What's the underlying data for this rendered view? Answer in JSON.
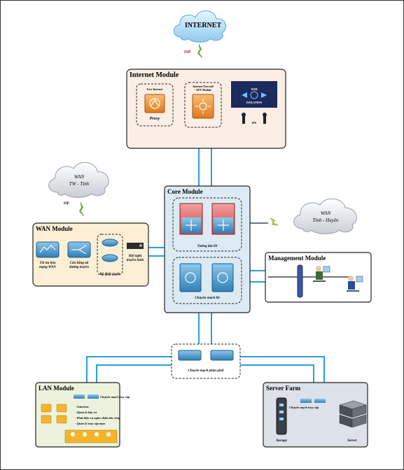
{
  "internet": {
    "label": "INTERNET",
    "isp": "ISP"
  },
  "internet_module": {
    "title": "Internet Module",
    "proxy_caption": "Proxy",
    "proxy_top": "User Internet",
    "firewall_top1": "Internet Firewall",
    "firewall_top2": "- APT Module",
    "web_isolation1": "WEB",
    "web_isolation2": "ISOLATION",
    "ips_label": "IPS"
  },
  "wan_cloud_1": {
    "line1": "WAN",
    "line2": "TW - Tỉnh",
    "isp": "ISP"
  },
  "wan_cloud_2": {
    "line1": "WAN",
    "line2": "Tỉnh - Huyện"
  },
  "wan_module": {
    "title": "WAN Module",
    "opt_line1": "Tối ưu hóa",
    "opt_line2": "mạng WAN",
    "lb_line1": "Cân bằng tải",
    "lb_line2": "đường truyền",
    "router_caption": "Bộ định tuyến",
    "conf_line1": "Hội nghị",
    "conf_line2": "truyền hình"
  },
  "core_module": {
    "title": "Core Module",
    "firewall_caption": "Tường lửa lõi",
    "switch_caption": "Chuyển mạch lõi"
  },
  "management_module": {
    "title": "Management Module"
  },
  "distribution": {
    "caption": "Chuyển mạch phân phối"
  },
  "lan_module": {
    "title": "LAN Module",
    "access_caption": "Chuyển mạch truy cập",
    "bullets": [
      "- Antivirus",
      "- Quản lý bản vá",
      "- Phát hiện và ngăn chặn tấn công",
      "- Quản lý truy cập mạn"
    ]
  },
  "server_farm": {
    "title": "Server Farm",
    "access_caption": "Chuyển mạch truy cập",
    "storage": "Storage",
    "server": "Server"
  },
  "colors": {
    "link": "#2aa0d8",
    "internet_bg": "#fbeee4",
    "wan_bg": "#fcefd6",
    "core_bg": "#dcebf3",
    "lan_bg": "#ecf2dd",
    "server_bg": "#dde1ea",
    "mgmt_bg": "#ffffff"
  }
}
